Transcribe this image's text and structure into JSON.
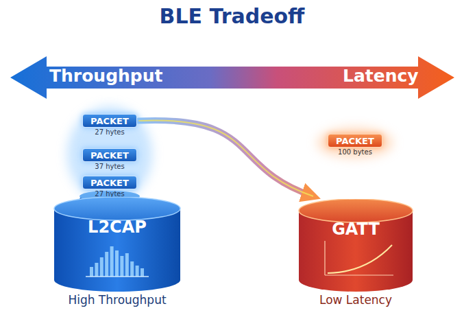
{
  "diagram": {
    "title": "BLE Tradeoff",
    "nodes": [
      {
        "text": [
          "PACKET",
          "27 hytes"
        ]
      },
      {
        "text": [
          "PACKET",
          "100 bytes"
        ]
      },
      {
        "text": [
          "PACKET",
          "37 hytes"
        ]
      },
      {
        "text": [
          "PACKET",
          "27 hytes"
        ]
      },
      {
        "text": [
          "L2CAP",
          "High Throughput"
        ]
      },
      {
        "text": [
          "GATT",
          "Low Latency"
        ]
      }
    ],
    "edges": [
      {
        "from": 0,
        "to": 5,
        "arrow": "to"
      }
    ],
    "labels": [
      "Throughput",
      "Latency"
    ]
  }
}
